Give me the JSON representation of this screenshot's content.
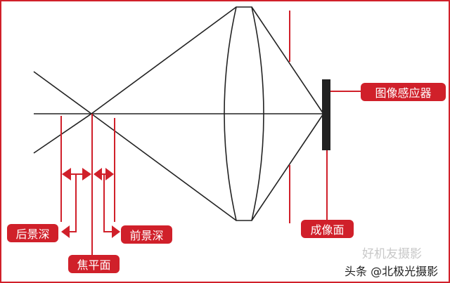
{
  "labels": {
    "sensor": "图像感应器",
    "image_plane": "成像面",
    "rear_dof": "后景深",
    "front_dof": "前景深",
    "focal_plane": "焦平面"
  },
  "watermarks": {
    "wechat": "好机友摄影",
    "toutiao": "头条 @北极光摄影"
  },
  "colors": {
    "accent": "#d0202a",
    "line": "#222222"
  }
}
